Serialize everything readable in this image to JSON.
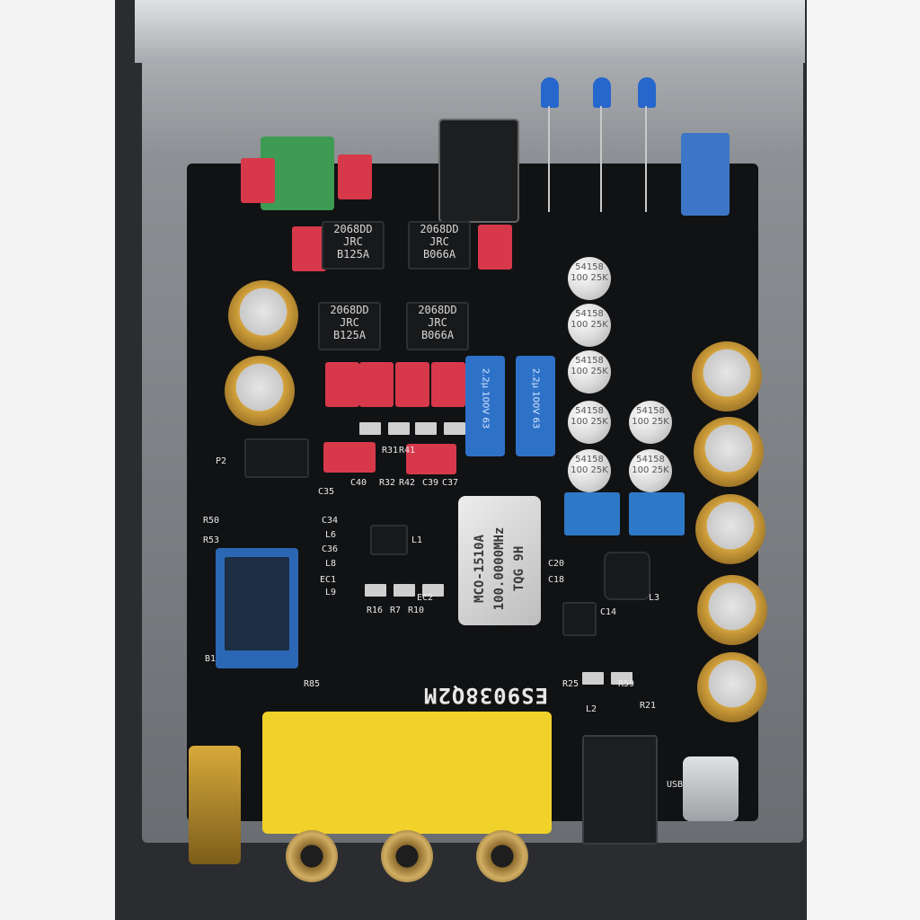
{
  "board": {
    "main_label": "ES9038Q2M"
  },
  "components": {
    "op_amps": [
      {
        "line1": "2068DD",
        "line2": "JRC",
        "line3": "B125A"
      },
      {
        "line1": "2068DD",
        "line2": "JRC",
        "line3": "B066A"
      },
      {
        "line1": "2068DD",
        "line2": "JRC",
        "line3": "B125A"
      },
      {
        "line1": "2068DD",
        "line2": "JRC",
        "line3": "B066A"
      }
    ],
    "oscillator": {
      "line1": "MCO-1510A",
      "line2": "100.0000MHz",
      "line3": "TQG 9H"
    },
    "blue_caps": [
      {
        "text": "2.2μ 100V 63"
      },
      {
        "text": "2.2μ 100V 63"
      }
    ],
    "silver_caps": [
      {
        "text": "54158 100 25K"
      },
      {
        "text": "54158 100 25K"
      },
      {
        "text": "54158 100 25K"
      },
      {
        "text": "54158 100 25K"
      },
      {
        "text": "54158 100 25K"
      },
      {
        "text": "54158 100 25K"
      },
      {
        "text": "54158 100 25K"
      }
    ]
  },
  "silkscreen": {
    "labels": [
      "R31",
      "R32",
      "R41",
      "R42",
      "C39",
      "C37",
      "C40",
      "C35",
      "C34",
      "C36",
      "C20",
      "C18",
      "C14",
      "L1",
      "L2",
      "L3",
      "R16",
      "R7",
      "R10",
      "EC1",
      "EC2",
      "L6",
      "L8",
      "L9",
      "R59",
      "R25",
      "R21",
      "USB1",
      "B1",
      "R85",
      "P2",
      "R53",
      "R50"
    ]
  }
}
